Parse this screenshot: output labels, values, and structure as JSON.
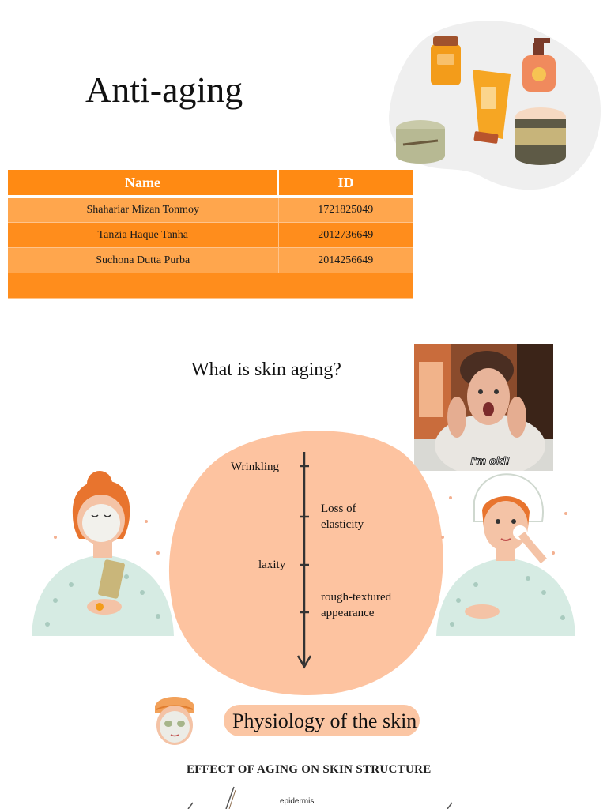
{
  "document": {
    "title": "Anti-aging"
  },
  "members_table": {
    "headers": [
      "Name",
      "ID"
    ],
    "rows": [
      {
        "name": "Shahariar Mizan Tonmoy",
        "id": "1721825049"
      },
      {
        "name": "Tanzia Haque Tanha",
        "id": "2012736649"
      },
      {
        "name": "Suchona Dutta Purba",
        "id": "2014256649"
      }
    ]
  },
  "skin_aging": {
    "heading": "What is skin aging?",
    "gif_caption": "I'm old!",
    "signs": [
      "Wrinkling",
      "Loss of elasticity",
      "laxity",
      "rough-textured appearance"
    ]
  },
  "physiology": {
    "title": "Physiology of the skin",
    "figure_heading": "EFFECT OF AGING ON SKIN STRUCTURE",
    "figure_label": "epidermis"
  },
  "colors": {
    "accent_orange": "#ff8a13",
    "row_light": "#ffa64d",
    "blob_peach": "#fdc3a0",
    "pill_peach": "#fbc6a4"
  },
  "icons": [
    "cosmetics-illustration",
    "skincare-woman-illustration",
    "face-mask-icon",
    "down-arrow-icon"
  ]
}
